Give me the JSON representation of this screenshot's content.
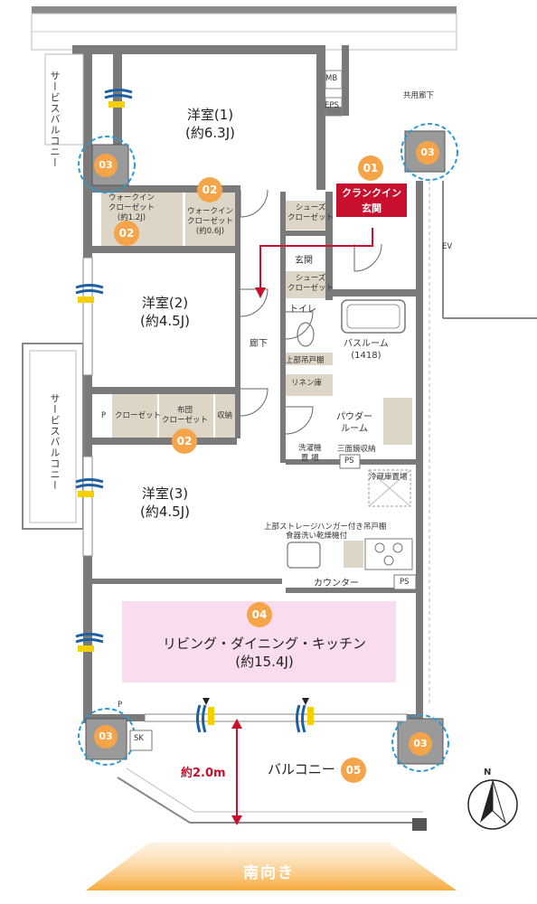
{
  "rooms": {
    "western1": {
      "name": "洋室(1)",
      "size": "(約6.3J)"
    },
    "western2": {
      "name": "洋室(2)",
      "size": "(約4.5J)"
    },
    "western3": {
      "name": "洋室(3)",
      "size": "(約4.5J)"
    },
    "ldk": {
      "name": "リビング・ダイニング・キッチン",
      "size": "(約15.4J)"
    }
  },
  "labels": {
    "wic1": [
      "ウォークイン",
      "クローゼット",
      "(約1.2J)"
    ],
    "wic2": [
      "ウォークイン",
      "クローゼット",
      "(約0.6J)"
    ],
    "shoe1": [
      "シューズ",
      "クローゼット"
    ],
    "entrance": "玄関",
    "shoe2": [
      "シューズ",
      "クローゼット"
    ],
    "toilet": "トイレ",
    "hallway": "廊下",
    "upper_cabinet": "上部吊戸棚",
    "linen": "リネン庫",
    "bathroom": [
      "バスルーム",
      "(1418)"
    ],
    "powder": [
      "パウダー",
      "ルーム"
    ],
    "washer": [
      "洗濯機",
      "置 場"
    ],
    "mirror": "三面鏡収納",
    "ps1": "PS",
    "ps2": "PS",
    "fridge": "冷蔵庫置場",
    "closet": "クローゼット",
    "futon": [
      "布団",
      "クローゼット"
    ],
    "storage": "収納",
    "p1": "P",
    "p2": "P",
    "kitchen_note1": "上部ストレージハンガー付き吊戸棚",
    "kitchen_note2": "食器洗い乾燥機付",
    "counter": "カウンター",
    "sk": "SK",
    "balcony": "バルコニー",
    "service_balcony": "サービスバルコニー",
    "common_hall": "共用廊下",
    "mb": "MB",
    "eps": "EPS",
    "ev": "EV",
    "north": "N"
  },
  "callout": [
    "クランクイン",
    "玄関"
  ],
  "dimension": "約2.0m",
  "orientation": "南向き",
  "badges": {
    "b01": "01",
    "b02a": "02",
    "b02b": "02",
    "b02c": "02",
    "b03a": "03",
    "b03b": "03",
    "b03c": "03",
    "b03d": "03",
    "b04": "04",
    "b05": "05"
  },
  "colors": {
    "wall": "#7a7a7a",
    "pillar": "#9a9a9a",
    "badge": "#f5a44a",
    "ldk_fill": "#f9dced",
    "closet_fill": "#ddd6c6",
    "callout": "#c8102e",
    "window_blue": "#1e5fa3",
    "window_yellow": "#f5d000",
    "south_gradient": "#f6b24a"
  }
}
